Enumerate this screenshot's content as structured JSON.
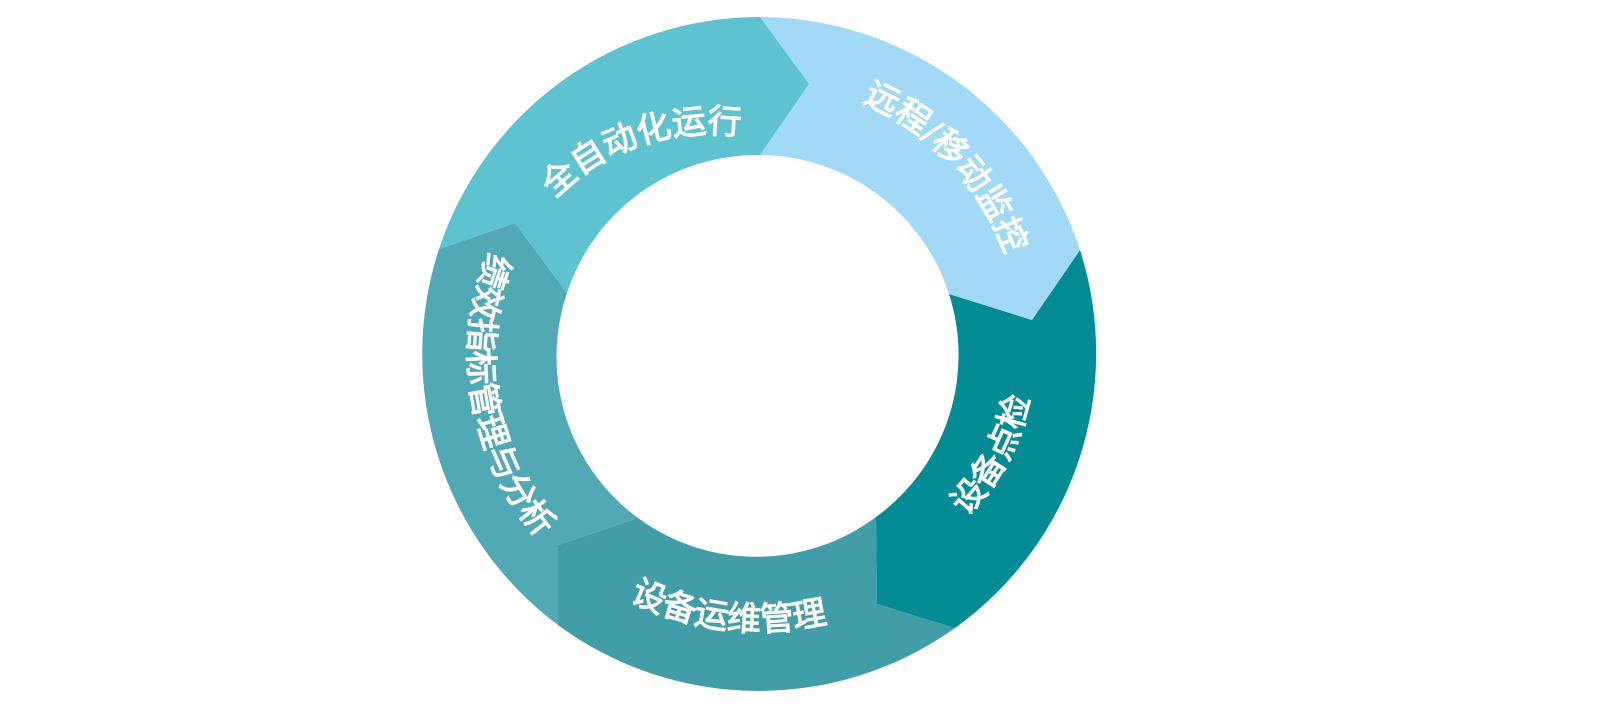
{
  "diagram": {
    "segments": [
      {
        "label": "全自动化运行",
        "color": "#5fc2d1"
      },
      {
        "label": "远程/移动监控",
        "color": "#a2d9f6"
      },
      {
        "label": "设备点检",
        "color": "#038b96"
      },
      {
        "label": "设备运维管理",
        "color": "#419ea8"
      },
      {
        "label": "绩效指标管理与分析",
        "color": "#52a9b6"
      }
    ]
  }
}
